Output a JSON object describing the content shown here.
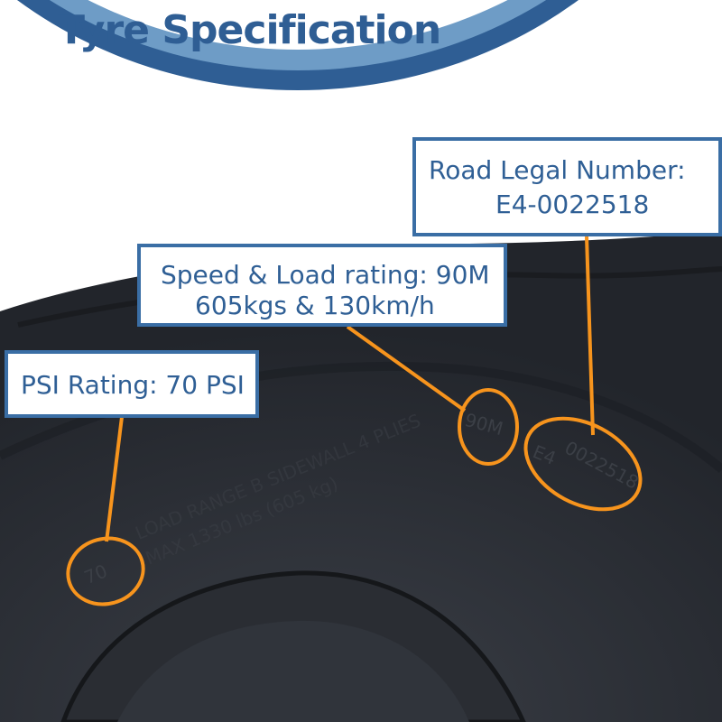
{
  "title": "Tyre Specification",
  "callouts": {
    "road_legal": {
      "line1": "Road Legal Number:",
      "line2": "E4-0022518"
    },
    "speed_load": {
      "line1": "Speed & Load rating: 90M",
      "line2": "605kgs & 130km/h"
    },
    "psi": {
      "line1": "PSI Rating: 70 PSI"
    }
  },
  "tyre_markings": {
    "speed_code": "90M",
    "approval_mark": "E4",
    "approval_number": "0022518",
    "psi_value": "70"
  },
  "colors": {
    "brand_blue": "#2f5e94",
    "arc_light": "#6e9cc6",
    "highlight_orange": "#f7941d",
    "tyre": "#2c3038"
  }
}
